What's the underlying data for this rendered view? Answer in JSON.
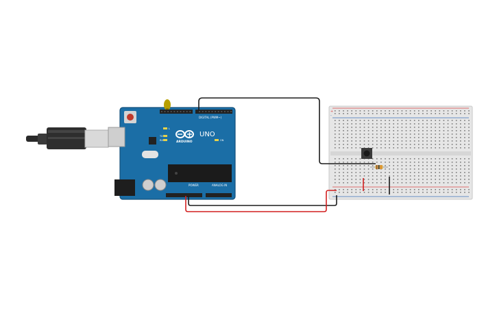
{
  "board": {
    "brand_text": "ARDUINO",
    "model_text": "UNO",
    "digital_label": "DIGITAL (PWM~)",
    "power_label": "POWER",
    "analog_label": "ANALOG IN",
    "led_l": "L",
    "led_tx": "TX",
    "led_rx": "RX",
    "on_label": "ON"
  },
  "breadboard": {
    "rail_plus": "+",
    "rail_minus": "-"
  },
  "colors": {
    "board_blue": "#1b6ea6",
    "wire_black": "#1c1c1c",
    "wire_red": "#d21f1f",
    "breadboard": "#e6e6e6"
  }
}
